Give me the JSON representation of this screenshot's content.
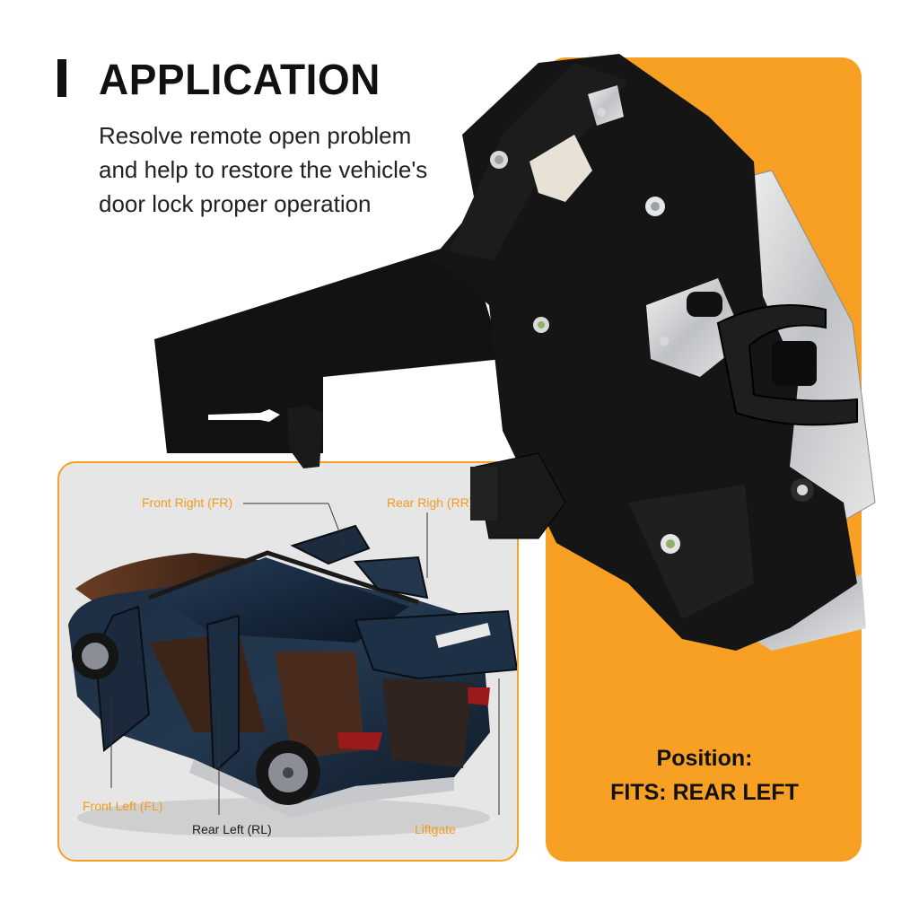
{
  "header": {
    "title": "APPLICATION",
    "description_lines": [
      "Resolve remote open problem",
      "and help to restore the vehicle's",
      "door lock proper operation"
    ]
  },
  "position": {
    "line1": "Position:",
    "line2": "FITS: REAR LEFT"
  },
  "car_labels": {
    "front_right": "Front Right (FR)",
    "rear_right": "Rear Righ (RR)",
    "front_left": "Front Left (FL)",
    "rear_left": "Rear Left (RL)",
    "liftgate": "Liftgate"
  },
  "colors": {
    "accent": "#f7a023",
    "label": "#f39a1c",
    "text": "#111111"
  },
  "icons": [
    "door-lock-actuator-image",
    "suv-open-doors-image"
  ]
}
